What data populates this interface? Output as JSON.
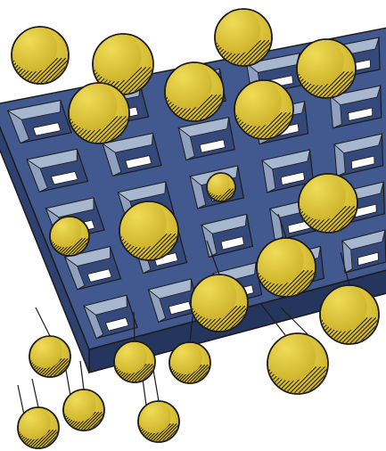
{
  "colors": {
    "background": "#ffffff",
    "sieve_top": "#41598f",
    "sieve_side": "#2e4170",
    "sieve_front": "#24355e",
    "hole_wall_light": "#a7b7cf",
    "hole_wall_dark": "#34487a",
    "hole_opening": "#ffffff",
    "ball_fill": "#e2cd3c",
    "ball_shade": "#c7ad22",
    "outline": "#1c1c1c"
  },
  "scene": {
    "subject": "particles-passing-through-sieve",
    "grid_rows": 5,
    "grid_cols": 5,
    "balls_on_surface": 13,
    "balls_falling_below": 8
  }
}
